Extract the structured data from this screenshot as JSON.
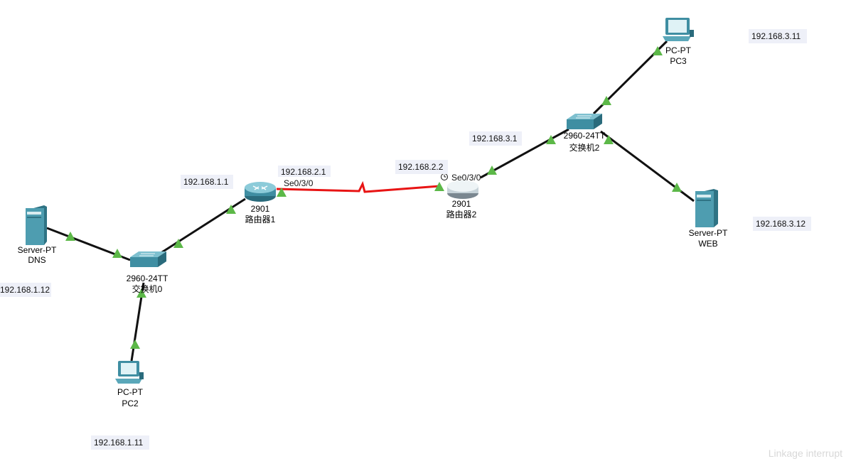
{
  "colors": {
    "link": "#111111",
    "serial_link": "#e81414",
    "link_up_marker": "#5cb848",
    "device_teal": "#3f8ea2",
    "ip_box_bg": "#eef0f8"
  },
  "devices": {
    "dns_server": {
      "model": "Server-PT",
      "name": "DNS",
      "icon": "server-icon"
    },
    "switch0": {
      "model": "2960-24TT",
      "name": "交换机0",
      "icon": "switch-icon"
    },
    "pc2": {
      "model": "PC-PT",
      "name": "PC2",
      "icon": "pc-icon"
    },
    "router1": {
      "model": "2901",
      "name": "路由器1",
      "icon": "router-icon"
    },
    "router2": {
      "model": "2901",
      "name": "路由器2",
      "icon": "router-icon"
    },
    "switch2": {
      "model": "2960-24TT",
      "name": "交换机2",
      "icon": "switch-icon"
    },
    "pc3": {
      "model": "PC-PT",
      "name": "PC3",
      "icon": "pc-icon"
    },
    "web_server": {
      "model": "Server-PT",
      "name": "WEB",
      "icon": "server-icon"
    }
  },
  "ip_labels": {
    "dns": "192.168.1.12",
    "pc2": "192.168.1.11",
    "router1_g": "192.168.1.1",
    "router1_s": "192.168.2.1",
    "router2_s": "192.168.2.2",
    "router2_g": "192.168.3.1",
    "pc3": "192.168.3.11",
    "web": "192.168.3.12"
  },
  "interfaces": {
    "router1_serial": "Se0/3/0",
    "router2_serial": "Se0/3/0"
  },
  "watermark": "Linkage interrupt"
}
